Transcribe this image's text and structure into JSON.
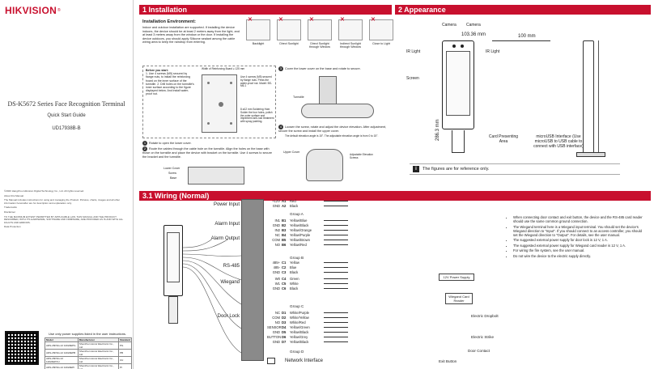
{
  "brand": {
    "logo": "HIKVISION",
    "reg": "®"
  },
  "cover": {
    "title": "DS-K5672 Series Face Recognition Terminal",
    "subtitle": "Quick Start Guide",
    "code": "UD17938B-B"
  },
  "legal": [
    "©2020 Hangzhou Hikvision Digital Technology Co., Ltd. All rights reserved.",
    "About this Manual",
    "The Manual includes instructions for using and managing the Product. Pictures, charts, images and all other information hereinafter are for description and explanation only.",
    "Trademarks",
    "Disclaimer",
    "TO THE MAXIMUM EXTENT PERMITTED BY APPLICABLE LAW, THIS MANUAL AND THE PRODUCT DESCRIBED, WITH ITS HARDWARE, SOFTWARE AND FIRMWARE, ARE PROVIDED AS IS AND WITH ALL FAULTS AND ERRORS.",
    "Data Protection",
    "Use only power supplies listed in the user instructions."
  ],
  "supply_table": {
    "headers": [
      "Model",
      "Manufacturer",
      "Standard"
    ],
    "rows": [
      [
        "ADS-26FSG-12 12024EPG",
        "Shenzhen Honor Electronic Co., Ltd",
        "PG"
      ],
      [
        "ADS-26FSG-12 12024EPB",
        "Shenzhen Honor Electronic Co., Ltd",
        "PB"
      ],
      [
        "ADS-26FSG-12 12024EPCU",
        "Shenzhen Honor Electronic Co., Ltd",
        "CU"
      ],
      [
        "ADS-26FSG-12 12024EPI",
        "Shenzhen Honor Electronic Co., Ltd",
        "PI"
      ],
      [
        "ADS-26FSG-12 12024EPSA",
        "Shenzhen Honor Electronic Co., Ltd",
        "SA"
      ]
    ]
  },
  "installation": {
    "header": "1 Installation",
    "env_title": "Installation Environment:",
    "env_text": "Indoor and outdoor installation are supported. If installing the device indoors, the device should be at least 2 meters away from the light, and at least 3 meters away from the window or the door. If installing the device outdoors, you should apply Silicone sealant among the cable wiring area to keep the raindrop from entering.",
    "lights": [
      {
        "label": "Backlight",
        "ok": false
      },
      {
        "label": "Direct Sunlight",
        "ok": false
      },
      {
        "label": "Direct Sunlight through Window",
        "ok": false
      },
      {
        "label": "Indirect Sunlight through Window",
        "ok": false
      },
      {
        "label": "Close to Light",
        "ok": false
      }
    ],
    "before_start": "Before you start:",
    "steps_a": "1. Use 4 screws (M5) secured by flange nuts, to install the reinforcing board on the inner surface of the turnstile. 2. Drill holes on the turnstile's inner surface according to the figure displayed below. And install water-proof nut.",
    "plate_note": "Width of Reinforcing Board ≥ 125 mm",
    "screw_note": "Use 4 screws (M5) secured by flange nuts. Press the water-proof nut. Model: BS-M6-1",
    "hole_note": "8 ø12 mm Soldering Hole. Solder the four holes, polish the outer surface and implement anti-rust treatment with spray painting.",
    "step1": "Rotate to open the lower cover.",
    "step2": "Route the cables through the cable hole on the turnstile. Align the holes on the base with those on the turnstile and place the device with bracket on the turnstile. Use 4 screws to secure the bracket and the turnstile.",
    "step3": "Cover the lower cover on the base and rotate to secure.",
    "step4": "Loosen the screw, rotate and adjust the device elevation. After adjustment, secure the screw and install the upper cover.",
    "step4_note": "The default elevation angle is 15°. The adjustable elevation angle is from 0 to 15°.",
    "labels": {
      "lower_cover": "Lower Cover",
      "screw": "Screw",
      "base": "Base",
      "turnstile": "Turnstile",
      "upper_cover": "Upper Cover",
      "elevation": "Adjustable Elevation Screws"
    }
  },
  "appearance": {
    "header": "2 Appearance",
    "camera": "Camera",
    "ir_light": "IR Light",
    "screen": "Screen",
    "width": "103.36 mm",
    "depth": "100 mm",
    "height": "286.3 mm",
    "card_area": "Card Presenting Area",
    "usb": "microUSB Interface (Use microUSB to USB cable to connect with USB interface)",
    "ref_note": "The figures are for reference only."
  },
  "wiring": {
    "header": "3.1 Wiring (Normal)",
    "groups": [
      {
        "label": "Power Input",
        "sub": "Group A",
        "pins": [
          {
            "name": "+12V",
            "id": "A1",
            "color": "Red"
          },
          {
            "name": "GND",
            "id": "A2",
            "color": "Black"
          }
        ]
      },
      {
        "label": "Alarm Input",
        "sub": "",
        "pins": [
          {
            "name": "IN1",
            "id": "B1",
            "color": "Yellow/Blue"
          },
          {
            "name": "GND",
            "id": "B2",
            "color": "Yellow/Black"
          },
          {
            "name": "IN2",
            "id": "B3",
            "color": "Yellow/Orange"
          }
        ]
      },
      {
        "label": "Alarm Output",
        "sub": "Group B",
        "pins": [
          {
            "name": "NC",
            "id": "B4",
            "color": "Yellow/Purple"
          },
          {
            "name": "COM",
            "id": "B5",
            "color": "Yellow/Brown"
          },
          {
            "name": "NO",
            "id": "B6",
            "color": "Yellow/Red"
          }
        ]
      },
      {
        "label": "RS-485",
        "sub": "",
        "pins": [
          {
            "name": "485+",
            "id": "C1",
            "color": "Yellow"
          },
          {
            "name": "485-",
            "id": "C2",
            "color": "Blue"
          },
          {
            "name": "GND",
            "id": "C3",
            "color": "Black"
          }
        ]
      },
      {
        "label": "Wiegand",
        "sub": "Group C",
        "pins": [
          {
            "name": "W0",
            "id": "C4",
            "color": "Green"
          },
          {
            "name": "W1",
            "id": "C5",
            "color": "White"
          },
          {
            "name": "GND",
            "id": "C6",
            "color": "Black"
          }
        ]
      },
      {
        "label": "Door Lock",
        "sub": "Group D",
        "pins": [
          {
            "name": "NC",
            "id": "D1",
            "color": "White/Purple"
          },
          {
            "name": "COM",
            "id": "D2",
            "color": "White/Yellow"
          },
          {
            "name": "NO",
            "id": "D3",
            "color": "White/Red"
          },
          {
            "name": "SENSOR",
            "id": "D4",
            "color": "Yellow/Green"
          },
          {
            "name": "GND",
            "id": "D5",
            "color": "Yellow/Black"
          },
          {
            "name": "BUTTON",
            "id": "D6",
            "color": "Yellow/Grey"
          },
          {
            "name": "GND",
            "id": "D7",
            "color": "Yellow/Black"
          }
        ]
      }
    ],
    "network": "Network Interface",
    "side_labels": {
      "psu": "12V Power Supply",
      "reader": "Wiegand Card Reader",
      "dropbolt": "Electric Dropbolt",
      "strike": "Electric Strike",
      "contact": "Door Contact",
      "exit": "Exit Button"
    },
    "notes": [
      "When connecting door contact and exit button, the device and the RS-485 card reader should use the same common ground connection.",
      "The Wiegand terminal here is a Wiegand input terminal. You should set the device's Wiegand direction to \"Input\". If you should connect to an access controller, you should set the Wiegand direction to \"Output\". For details, see the user manual.",
      "The suggested external power supply for door lock is 12 V, 1 A.",
      "The suggested external power supply for Wiegand card reader is 12 V, 1 A.",
      "For wiring the fire system, see the user manual.",
      "Do not wire the device to the electric supply directly."
    ]
  }
}
